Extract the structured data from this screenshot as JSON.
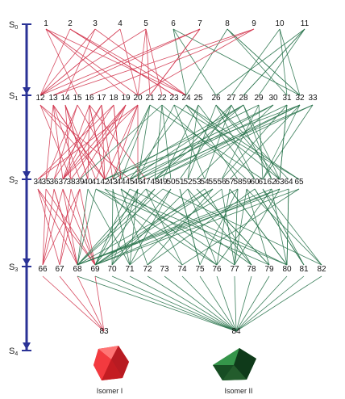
{
  "colors": {
    "red": "#d2354e",
    "green": "#27724a",
    "axis": "#2a3296",
    "isomer1_face": "#e0262c",
    "isomer2_face": "#1f6b2d"
  },
  "stages": [
    {
      "label": "S",
      "sub": "0"
    },
    {
      "label": "S",
      "sub": "1"
    },
    {
      "label": "S",
      "sub": "2"
    },
    {
      "label": "S",
      "sub": "3"
    },
    {
      "label": "S",
      "sub": "4"
    }
  ],
  "rows": [
    [
      "1",
      "2",
      "3",
      "4",
      "5",
      "6",
      "7",
      "8",
      "9",
      "10",
      "11"
    ],
    [
      "12",
      "13",
      "14",
      "15",
      "16",
      "17",
      "18",
      "19",
      "20",
      "21",
      "22",
      "23",
      "24",
      "25",
      "26",
      "27",
      "28",
      "29",
      "30",
      "31",
      "32",
      "33"
    ],
    [
      "34",
      "35",
      "36",
      "37",
      "38",
      "39",
      "40",
      "41",
      "42",
      "43",
      "44",
      "45",
      "46",
      "47",
      "48",
      "49",
      "50",
      "51",
      "52",
      "53",
      "54",
      "55",
      "56",
      "57",
      "58",
      "59",
      "60",
      "61",
      "62",
      "63",
      "64",
      "65"
    ],
    [
      "66",
      "67",
      "68",
      "69",
      "70",
      "71",
      "72",
      "73",
      "74",
      "75",
      "76",
      "77",
      "78",
      "79",
      "80",
      "81",
      "82"
    ],
    [
      "83",
      "84"
    ]
  ],
  "isomers": [
    {
      "label": "Isomer I",
      "icon": "red-polyhedron"
    },
    {
      "label": "Isomer II",
      "icon": "green-polyhedron"
    }
  ]
}
